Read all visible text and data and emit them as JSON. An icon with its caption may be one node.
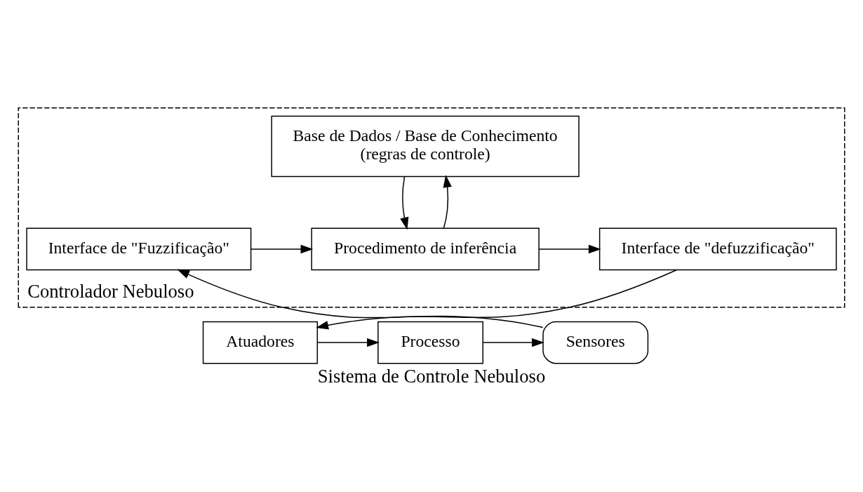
{
  "diagram": {
    "caption": "Sistema de Controle Nebuloso",
    "nodes": [
      {
        "text": [
          "Controlador Nebuloso"
        ]
      },
      {
        "text": [
          "Base de Dados / Base de Conhecimento",
          "(regras de controle)"
        ],
        "in": 0
      },
      {
        "text": [
          "Interface de \"Fuzzificação\""
        ],
        "in": 0
      },
      {
        "text": [
          "Procedimento de inferência"
        ],
        "in": 0
      },
      {
        "text": [
          "Interface de \"defuzzificação\""
        ],
        "in": 0
      },
      {
        "text": [
          "Sensores"
        ]
      },
      {
        "text": [
          "Processo"
        ]
      },
      {
        "text": [
          "Atuadores"
        ]
      }
    ],
    "edges": [
      {
        "from": 1,
        "to": 3,
        "arrow": "to"
      },
      {
        "from": 3,
        "to": 1,
        "arrow": "to"
      },
      {
        "from": 2,
        "to": 3,
        "arrow": "to"
      },
      {
        "from": 3,
        "to": 4,
        "arrow": "to"
      },
      {
        "from": 4,
        "to": 7,
        "arrow": "to"
      },
      {
        "from": 7,
        "to": 6,
        "arrow": "to"
      },
      {
        "from": 6,
        "to": 5,
        "arrow": "to"
      },
      {
        "from": 5,
        "to": 2,
        "arrow": "to"
      }
    ]
  }
}
